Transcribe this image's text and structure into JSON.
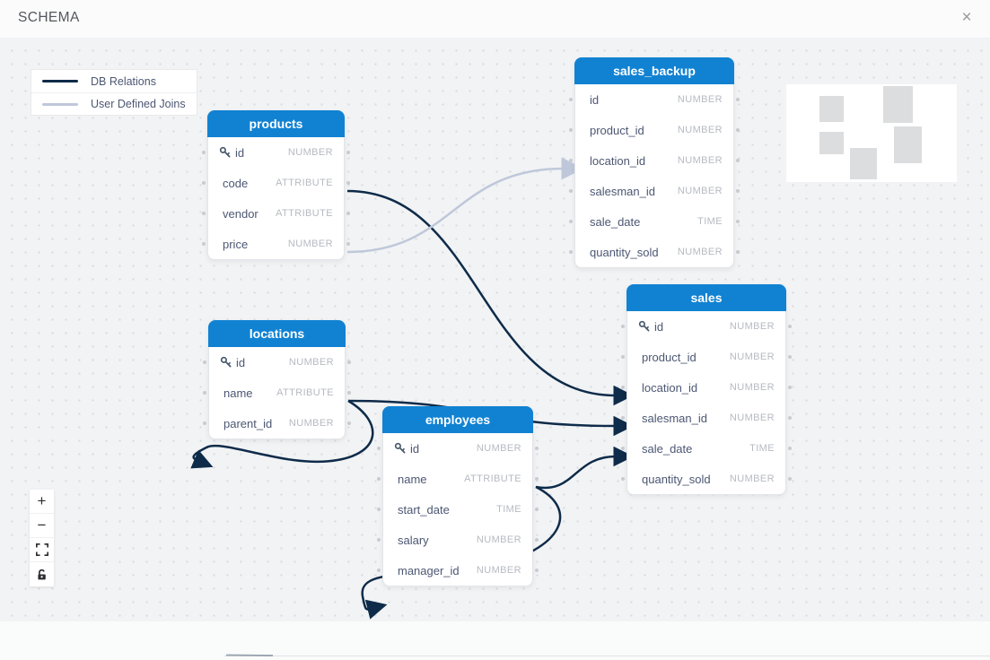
{
  "header": {
    "title": "SCHEMA"
  },
  "icons": {
    "close": "×",
    "zoom_in": "+",
    "zoom_out": "−",
    "fit_view": "corner-brackets",
    "interactivity": "open-padlock",
    "primary_key": "key-glyph"
  },
  "colors": {
    "table_header": "#1182d2",
    "db_relation": "#0e2b49",
    "user_defined_join": "#bfc8da",
    "canvas_bg": "#f2f3f5"
  },
  "legend": {
    "items": [
      {
        "label": "DB Relations",
        "kind": "db"
      },
      {
        "label": "User Defined Joins",
        "kind": "user"
      }
    ]
  },
  "tables": [
    {
      "name": "products",
      "fields": [
        {
          "name": "id",
          "type": "NUMBER",
          "primary_key": true
        },
        {
          "name": "code",
          "type": "ATTRIBUTE"
        },
        {
          "name": "vendor",
          "type": "ATTRIBUTE"
        },
        {
          "name": "price",
          "type": "NUMBER"
        }
      ]
    },
    {
      "name": "sales_backup",
      "fields": [
        {
          "name": "id",
          "type": "NUMBER"
        },
        {
          "name": "product_id",
          "type": "NUMBER"
        },
        {
          "name": "location_id",
          "type": "NUMBER"
        },
        {
          "name": "salesman_id",
          "type": "NUMBER"
        },
        {
          "name": "sale_date",
          "type": "TIME"
        },
        {
          "name": "quantity_sold",
          "type": "NUMBER"
        }
      ]
    },
    {
      "name": "sales",
      "fields": [
        {
          "name": "id",
          "type": "NUMBER",
          "primary_key": true
        },
        {
          "name": "product_id",
          "type": "NUMBER"
        },
        {
          "name": "location_id",
          "type": "NUMBER"
        },
        {
          "name": "salesman_id",
          "type": "NUMBER"
        },
        {
          "name": "sale_date",
          "type": "TIME"
        },
        {
          "name": "quantity_sold",
          "type": "NUMBER"
        }
      ]
    },
    {
      "name": "locations",
      "fields": [
        {
          "name": "id",
          "type": "NUMBER",
          "primary_key": true
        },
        {
          "name": "name",
          "type": "ATTRIBUTE"
        },
        {
          "name": "parent_id",
          "type": "NUMBER"
        }
      ]
    },
    {
      "name": "employees",
      "fields": [
        {
          "name": "id",
          "type": "NUMBER",
          "primary_key": true
        },
        {
          "name": "name",
          "type": "ATTRIBUTE"
        },
        {
          "name": "start_date",
          "type": "TIME"
        },
        {
          "name": "salary",
          "type": "NUMBER"
        },
        {
          "name": "manager_id",
          "type": "NUMBER"
        }
      ]
    }
  ],
  "edges": [
    {
      "from": "products.id",
      "to": "sales.product_id",
      "kind": "db"
    },
    {
      "from": "products.vendor",
      "to": "sales_backup.product_id",
      "kind": "user"
    },
    {
      "from": "locations.id",
      "to": "sales.location_id",
      "kind": "db"
    },
    {
      "from": "locations.id",
      "to": "locations.parent_id",
      "kind": "db"
    },
    {
      "from": "employees.id",
      "to": "sales.salesman_id",
      "kind": "db"
    },
    {
      "from": "employees.id",
      "to": "employees.manager_id",
      "kind": "db"
    }
  ]
}
